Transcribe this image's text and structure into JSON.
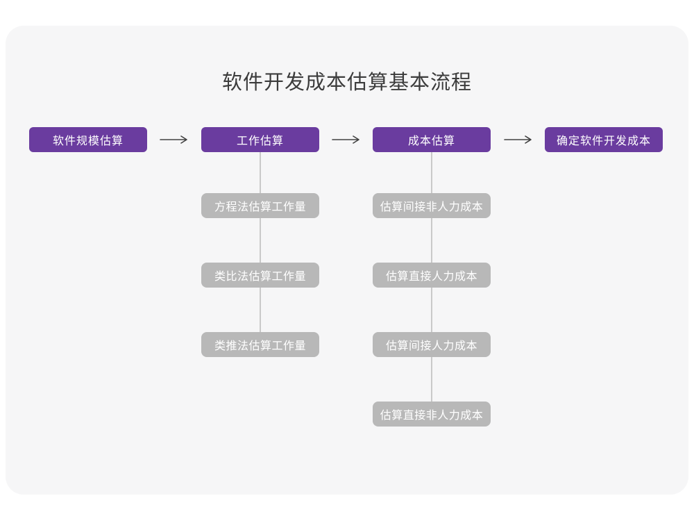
{
  "title": "软件开发成本估算基本流程",
  "stages": [
    {
      "label": "软件规模估算"
    },
    {
      "label": "工作估算"
    },
    {
      "label": "成本估算"
    },
    {
      "label": "确定软件开发成本"
    }
  ],
  "work_steps": [
    {
      "label": "方程法估算工作量"
    },
    {
      "label": "类比法估算工作量"
    },
    {
      "label": "类推法估算工作量"
    }
  ],
  "cost_steps": [
    {
      "label": "估算间接非人力成本"
    },
    {
      "label": "估算直接人力成本"
    },
    {
      "label": "估算间接人力成本"
    },
    {
      "label": "估算直接非人力成本"
    }
  ],
  "colors": {
    "page_background": "#ffffff",
    "card_background": "#f6f6f7",
    "stage_fill": "#6a3c9f",
    "stage_text": "#ffffff",
    "step_fill": "#b8b8b8",
    "step_text": "#ffffff",
    "connector_line": "#c9c9c9",
    "arrow_stroke": "#404040",
    "title_text": "#3c3c3c"
  }
}
